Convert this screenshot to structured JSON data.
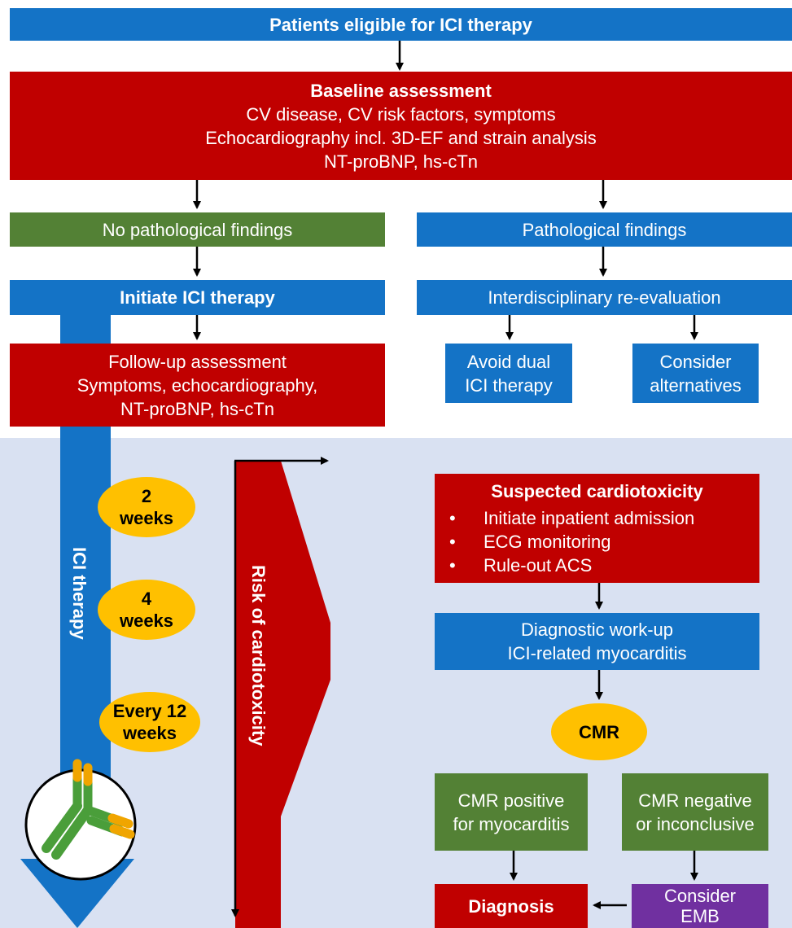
{
  "top": {
    "title": "Patients eligible for ICI therapy"
  },
  "baseline": {
    "title": "Baseline assessment",
    "lines": [
      "CV disease, CV risk factors, symptoms",
      "Echocardiography incl. 3D-EF and strain analysis",
      "NT-proBNP, hs-cTn"
    ]
  },
  "no_findings": "No pathological findings",
  "findings": "Pathological findings",
  "initiate": "Initiate ICI therapy",
  "reeval": "Interdisciplinary re-evaluation",
  "avoid": [
    "Avoid dual",
    "ICI therapy"
  ],
  "consider_alt": [
    "Consider",
    "alternatives"
  ],
  "followup": [
    "Follow-up assessment",
    "Symptoms, echocardiography,",
    "NT-proBNP, hs-cTn"
  ],
  "timeline": {
    "label": "ICI therapy",
    "ovals": [
      [
        "2",
        "weeks"
      ],
      [
        "4",
        "weeks"
      ],
      [
        "Every 12",
        "weeks"
      ]
    ]
  },
  "risk_label": "Risk of cardiotoxicity",
  "suspected": {
    "title": "Suspected cardiotoxicity",
    "items": [
      "Initiate inpatient admission",
      "ECG monitoring",
      "Rule-out ACS"
    ]
  },
  "workup": [
    "Diagnostic work-up",
    "ICI-related myocarditis"
  ],
  "cmr": "CMR",
  "cmr_pos": [
    "CMR positive",
    "for myocarditis"
  ],
  "cmr_neg": [
    "CMR negative",
    "or inconclusive"
  ],
  "diagnosis": "Diagnosis",
  "emb": [
    "Consider",
    "EMB"
  ],
  "colors": {
    "blue": "#1473c6",
    "red": "#c00000",
    "green": "#538135",
    "purple": "#7030a0",
    "yellow": "#ffc000",
    "panel": "#d9e1f2"
  },
  "icons": {
    "antibody": "antibody-icon"
  }
}
